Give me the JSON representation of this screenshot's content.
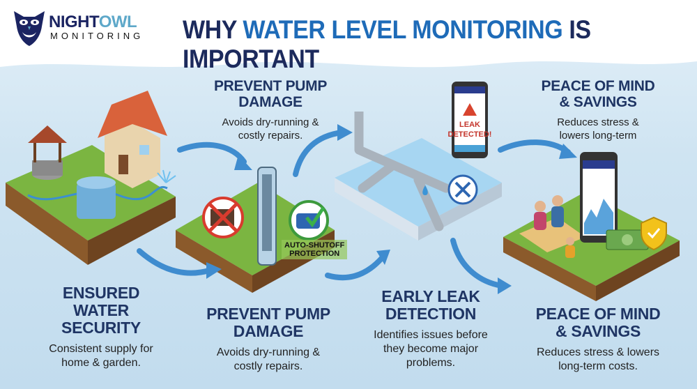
{
  "logo": {
    "text_night": "NIGHT",
    "text_owl": "OWL",
    "text_monitoring": "MONITORING"
  },
  "title": {
    "part1": "WHY ",
    "highlight": "WATER LEVEL MONITORING",
    "part2": " IS IMPORTANT"
  },
  "colors": {
    "navy": "#1c2a5c",
    "accent_blue": "#1e6bb8",
    "grass": "#7bb541",
    "soil": "#8b5a2b",
    "water": "#8ec8ea"
  },
  "top_blocks": [
    {
      "heading": "PREVENT PUMP DAMAGE",
      "text": "Avoids dry-running & costly repairs."
    },
    {
      "heading": "PEACE OF MIND & SAVINGS",
      "text": "Reduces stress & lowers long-term"
    }
  ],
  "bottom_blocks": [
    {
      "heading": "ENSURED WATER SECURITY",
      "text": "Consistent supply for home & garden."
    },
    {
      "heading": "PREVENT PUMP DAMAGE",
      "text": "Avoids dry-running & costly repairs."
    },
    {
      "heading": "EARLY LEAK DETECTION",
      "text": "Identifies issues before they become major problems."
    },
    {
      "heading": "PEACE OF MIND & SAVINGS",
      "text": "Reduces stress & lowers long-term costs."
    }
  ],
  "badge": {
    "line1": "AUTO-SHUTOFF",
    "line2": "PROTECTION"
  },
  "phone_alert": {
    "line1": "LEAK",
    "line2": "DETECTED!"
  },
  "icons": [
    "owl-logo",
    "house",
    "well",
    "water-tank",
    "sprinkler",
    "pump",
    "prohibited-icon",
    "checkmark-icon",
    "pipe",
    "wrench-icon",
    "smartphone",
    "warning-icon",
    "family",
    "money",
    "shield-icon",
    "arrow"
  ]
}
